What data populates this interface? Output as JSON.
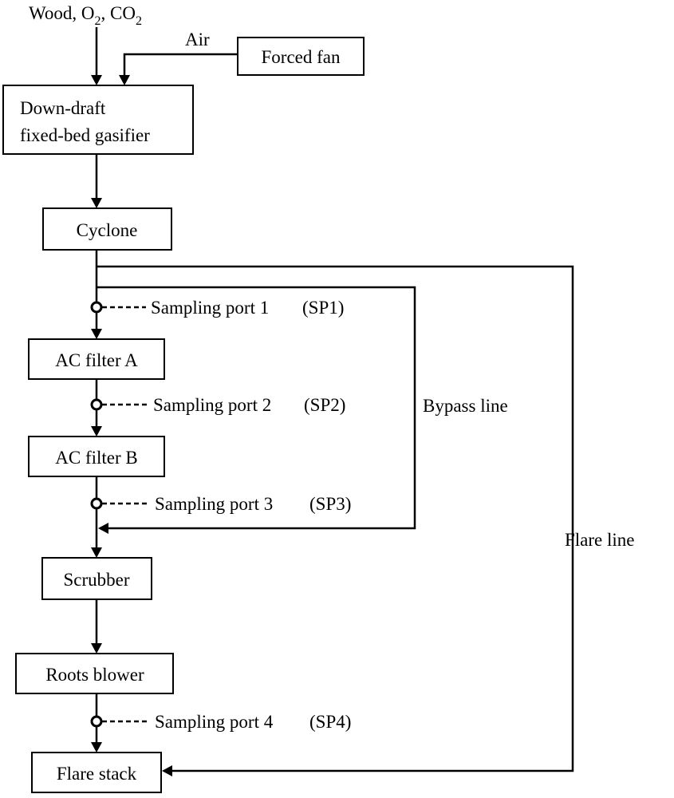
{
  "input_label": {
    "pre": "Wood, O",
    "sub1": "2",
    "mid": ", CO",
    "sub2": "2"
  },
  "air_label": "Air",
  "boxes": {
    "forced_fan": "Forced fan",
    "gasifier_line1": "Down-draft",
    "gasifier_line2": "fixed-bed gasifier",
    "cyclone": "Cyclone",
    "ac_filter_a": "AC filter A",
    "ac_filter_b": "AC filter B",
    "scrubber": "Scrubber",
    "roots_blower": "Roots blower",
    "flare_stack": "Flare stack"
  },
  "sampling_ports": [
    {
      "label": "Sampling port 1",
      "code": "(SP1)"
    },
    {
      "label": "Sampling port 2",
      "code": "(SP2)"
    },
    {
      "label": "Sampling port 3",
      "code": "(SP3)"
    },
    {
      "label": "Sampling port 4",
      "code": "(SP4)"
    }
  ],
  "bypass_line": "Bypass line",
  "flare_line": "Flare line"
}
